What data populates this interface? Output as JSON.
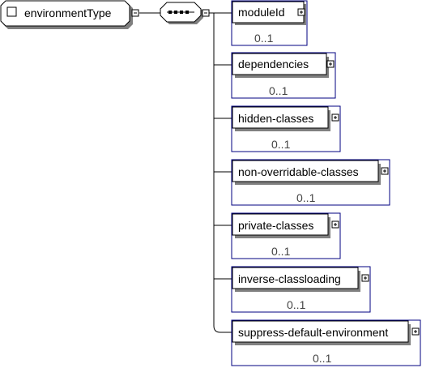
{
  "diagram": {
    "root": {
      "name": "environmentType"
    },
    "compositor": {
      "kind": "sequence"
    },
    "children": [
      {
        "name": "moduleId",
        "occurrence": "0..1"
      },
      {
        "name": "dependencies",
        "occurrence": "0..1"
      },
      {
        "name": "hidden-classes",
        "occurrence": "0..1"
      },
      {
        "name": "non-overridable-classes",
        "occurrence": "0..1"
      },
      {
        "name": "private-classes",
        "occurrence": "0..1"
      },
      {
        "name": "inverse-classloading",
        "occurrence": "0..1"
      },
      {
        "name": "suppress-default-environment",
        "occurrence": "0..1"
      }
    ],
    "colors": {
      "box_border": "#000080",
      "shadow": "#808080",
      "line": "#000000",
      "occurrence_text": "#444444"
    }
  }
}
